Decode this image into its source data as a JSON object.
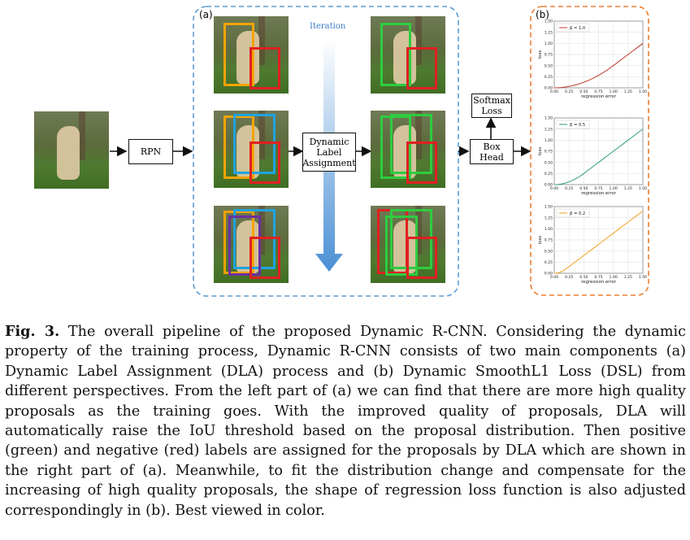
{
  "panel_a_label": "(a)",
  "panel_b_label": "(b)",
  "iteration_label": "Iteration",
  "rpn_label": "RPN",
  "dla_label": "Dynamic Label Assignment",
  "box_head_label": "Box Head",
  "softmax_label": "Softmax Loss",
  "colors": {
    "dashed_blue": "#5b9bd5",
    "dashed_orange": "#ed7d31",
    "green": "#2ecc40",
    "red": "#e02020",
    "orange_box": "#f5a300",
    "cyan": "#1fa3e0",
    "purple": "#6a2fa0"
  },
  "plots": [
    {
      "legend": "β = 1.0",
      "color": "#c0392b",
      "xlabel": "regression error",
      "ylabel": "loss",
      "xticks": [
        "0.00",
        "0.25",
        "0.50",
        "0.75",
        "1.00",
        "1.25",
        "1.50"
      ],
      "yticks": [
        "0.00",
        "0.25",
        "0.50",
        "0.75",
        "1.00",
        "1.25",
        "1.50"
      ],
      "beta": 1.0
    },
    {
      "legend": "β = 0.5",
      "color": "#2e9e7a",
      "xlabel": "regression error",
      "ylabel": "loss",
      "xticks": [
        "0.00",
        "0.25",
        "0.50",
        "0.75",
        "1.00",
        "1.25",
        "1.50"
      ],
      "yticks": [
        "0.00",
        "0.25",
        "0.50",
        "0.75",
        "1.00",
        "1.25",
        "1.50"
      ],
      "beta": 0.5
    },
    {
      "legend": "β = 0.2",
      "color": "#f0a020",
      "xlabel": "regression error",
      "ylabel": "loss",
      "xticks": [
        "0.00",
        "0.25",
        "0.50",
        "0.75",
        "1.00",
        "1.25",
        "1.50"
      ],
      "yticks": [
        "0.00",
        "0.25",
        "0.50",
        "0.75",
        "1.00",
        "1.25",
        "1.50"
      ],
      "beta": 0.2
    }
  ],
  "caption": {
    "prefix": "Fig. 3.",
    "text": " The overall pipeline of the proposed Dynamic R-CNN. Considering the dynamic property of the training process, Dynamic R-CNN consists of two main components (a) Dynamic Label Assignment (DLA) process and (b) Dynamic SmoothL1 Loss (DSL) from different perspectives. From the left part of (a) we can find that there are more high quality proposals as the training goes. With the improved quality of proposals, DLA will automatically raise the IoU threshold based on the proposal distribution. Then positive (green) and negative (red) labels are assigned for the proposals by DLA which are shown in the right part of (a). Meanwhile, to fit the distribution change and compensate for the increasing of high quality proposals, the shape of regression loss function is also adjusted correspondingly in (b). Best viewed in color."
  }
}
